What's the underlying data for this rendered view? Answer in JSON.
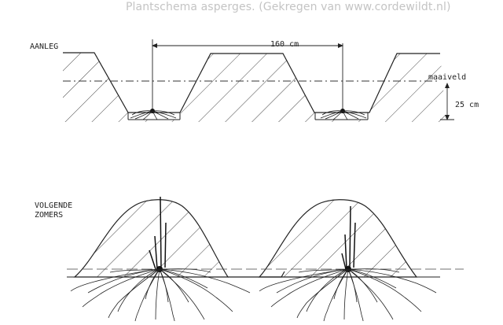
{
  "caption": "Plantschema asperges. (Gekregen van www.cordewildt.nl)",
  "labels": {
    "section1": "AANLEG",
    "spacing": "160 cm",
    "ground_level": "maaiveld",
    "depth": "25 cm",
    "section2_line1": "VOLGENDE",
    "section2_line2": "ZOMERS"
  },
  "colors": {
    "ink": "#222222",
    "caption": "#c4c4c4"
  }
}
